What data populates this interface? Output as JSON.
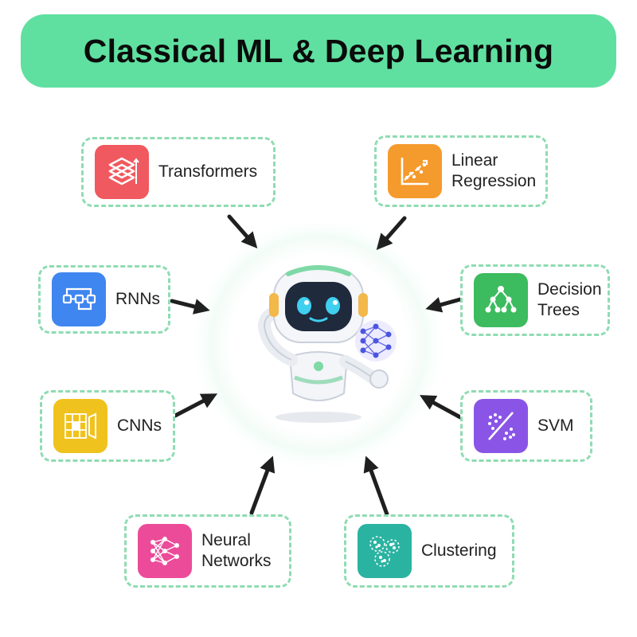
{
  "title": "Classical ML & Deep Learning",
  "nodes": {
    "transformers": {
      "line1": "Transformers",
      "line2": "",
      "icon": "layers-icon",
      "color": "#f0595f"
    },
    "linear_regression": {
      "line1": "Linear",
      "line2": "Regression",
      "icon": "trend-chart-icon",
      "color": "#f59a2c"
    },
    "rnns": {
      "line1": "RNNs",
      "line2": "",
      "icon": "loop-flow-icon",
      "color": "#3f86f0"
    },
    "decision_trees": {
      "line1": "Decision",
      "line2": "Trees",
      "icon": "tree-icon",
      "color": "#3dbb5f"
    },
    "cnns": {
      "line1": "CNNs",
      "line2": "",
      "icon": "grid-filter-icon",
      "color": "#f0c21d"
    },
    "svm": {
      "line1": "SVM",
      "line2": "",
      "icon": "scatter-split-icon",
      "color": "#8a55e6"
    },
    "neural_networks": {
      "line1": "Neural",
      "line2": "Networks",
      "icon": "network-icon",
      "color": "#ec4b9a"
    },
    "clustering": {
      "line1": "Clustering",
      "line2": "",
      "icon": "clusters-icon",
      "color": "#2bb3a2"
    }
  },
  "hub": {
    "icon": "robot-mascot-icon"
  },
  "colors": {
    "banner": "#5fe0a0",
    "card_border": "#8fdcb2",
    "arrow": "#1f1f1f"
  }
}
